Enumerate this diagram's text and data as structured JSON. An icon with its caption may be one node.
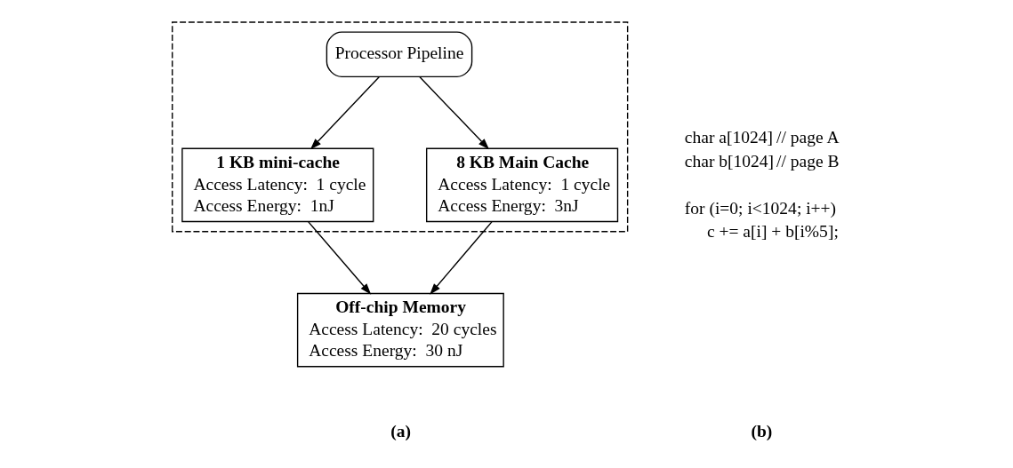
{
  "diagram": {
    "nodes": [
      {
        "text": [],
        "shape": "box"
      },
      {
        "text": [
          "Processor Pipeline"
        ],
        "in": 0
      },
      {
        "text": [
          "1 KB mini-cache",
          "Access Latency:  1 cycle",
          "Access Energy:  1nJ"
        ],
        "in": 0
      },
      {
        "text": [
          "8 KB Main Cache",
          "Access Latency:  1 cycle",
          "Access Energy:  3nJ"
        ],
        "in": 0
      },
      {
        "text": [
          "Off-chip Memory",
          "Access Latency:  20 cycles",
          "Access Energy:  30 nJ"
        ]
      }
    ],
    "edges": [
      {
        "from": 1,
        "to": 2,
        "arrow": "to"
      },
      {
        "from": 1,
        "to": 3,
        "arrow": "to"
      },
      {
        "from": 2,
        "to": 4,
        "arrow": "to"
      },
      {
        "from": 3,
        "to": 4,
        "arrow": "to"
      }
    ],
    "labels": [
      "char a[1024]",
      "// page A",
      "char b[1024]",
      "// page B",
      "for (i=0; i<1024; i++)",
      "c += a[i] + b[i%5];",
      "(a)",
      "(b)"
    ]
  }
}
